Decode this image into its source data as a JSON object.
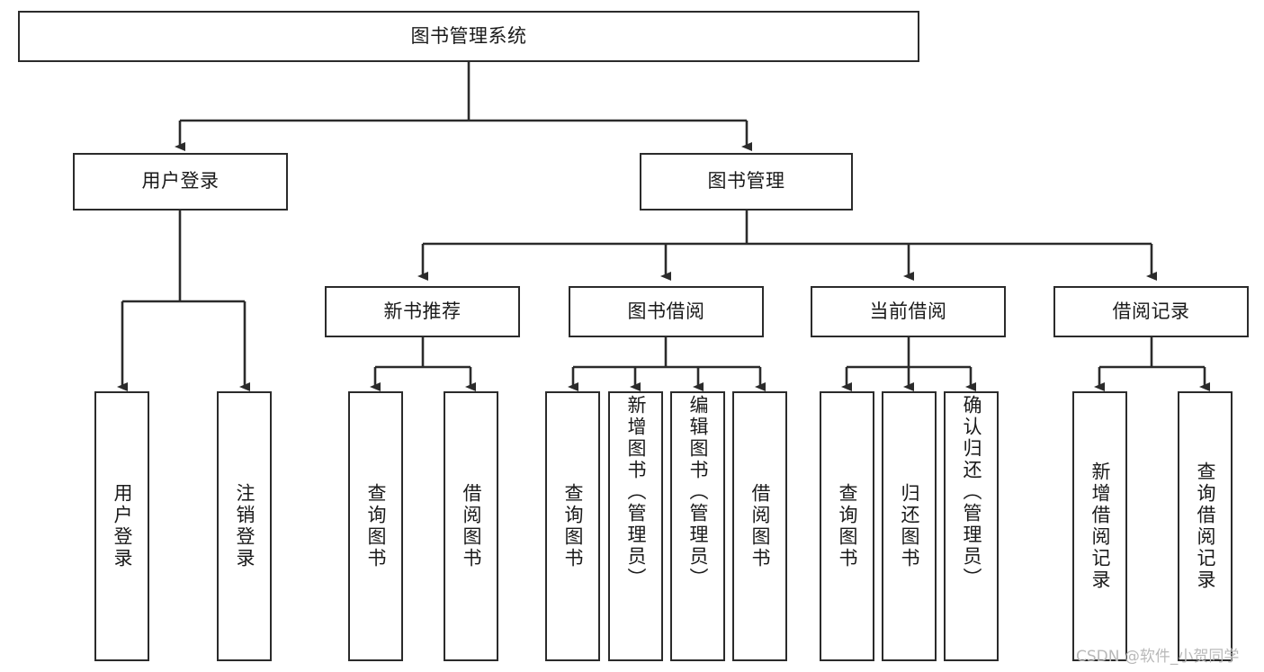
{
  "diagram": {
    "title": "图书管理系统",
    "type": "hierarchy-tree",
    "root": {
      "label": "图书管理系统"
    },
    "level2": [
      {
        "label": "用户登录"
      },
      {
        "label": "图书管理"
      }
    ],
    "level3": [
      {
        "label": "新书推荐"
      },
      {
        "label": "图书借阅"
      },
      {
        "label": "当前借阅"
      },
      {
        "label": "借阅记录"
      }
    ],
    "groups": [
      {
        "parent": "用户登录",
        "leaves": [
          {
            "label": "用户登录"
          },
          {
            "label": "注销登录"
          }
        ]
      },
      {
        "parent": "新书推荐",
        "leaves": [
          {
            "label": "查询图书"
          },
          {
            "label": "借阅图书"
          }
        ]
      },
      {
        "parent": "图书借阅",
        "leaves": [
          {
            "label": "查询图书"
          },
          {
            "label": "新增图书（管理员）"
          },
          {
            "label": "编辑图书（管理员）"
          },
          {
            "label": "借阅图书"
          }
        ]
      },
      {
        "parent": "当前借阅",
        "leaves": [
          {
            "label": "查询图书"
          },
          {
            "label": "归还图书"
          },
          {
            "label": "确认归还（管理员）"
          }
        ]
      },
      {
        "parent": "借阅记录",
        "leaves": [
          {
            "label": "新增借阅记录"
          },
          {
            "label": "查询借阅记录"
          }
        ]
      }
    ]
  },
  "colors": {
    "stroke": "#2b2b2b",
    "background": "#ffffff",
    "text": "#1a1a1a",
    "watermark": "#b9b9b9"
  },
  "watermark": {
    "text": "CSDN @软件_小贺同学"
  }
}
